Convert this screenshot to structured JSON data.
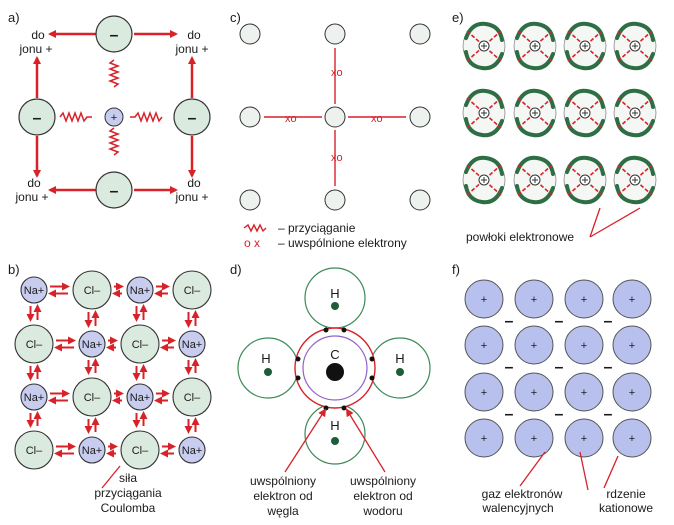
{
  "colors": {
    "red": "#d7222a",
    "green_fill": "#dbeadf",
    "blue_fill": "#c8cdf0",
    "cation_fill": "#b8c1ee",
    "white_grey": "#eef2ef",
    "dark_green": "#2e6e45"
  },
  "panels": {
    "a": {
      "label": "a)",
      "minus": "–",
      "plus": "+",
      "text_do": "do",
      "text_jonu": "jonu +"
    },
    "b": {
      "label": "b)",
      "na": "Na+",
      "cl": "Cl–",
      "caption_l1": "siła",
      "caption_l2": "przyciągania",
      "caption_l3": "Coulomba"
    },
    "c": {
      "label": "c)",
      "marks": "xo",
      "legend_attract": "– przyciąganie",
      "legend_ox_symbol": "o x",
      "legend_shared": "– uwspólnione elektrony"
    },
    "d": {
      "label": "d)",
      "h": "H",
      "c": "C",
      "cap_left_l1": "uwspólniony",
      "cap_left_l2": "elektron od",
      "cap_left_l3": "węgla",
      "cap_right_l1": "uwspólniony",
      "cap_right_l2": "elektron od",
      "cap_right_l3": "wodoru"
    },
    "e": {
      "label": "e)",
      "caption": "powłoki elektronowe"
    },
    "f": {
      "label": "f)",
      "plus": "+",
      "minus": "–",
      "cap_left_l1": "gaz elektronów",
      "cap_left_l2": "walencyjnych",
      "cap_right_l1": "rdzenie",
      "cap_right_l2": "kationowe"
    }
  }
}
